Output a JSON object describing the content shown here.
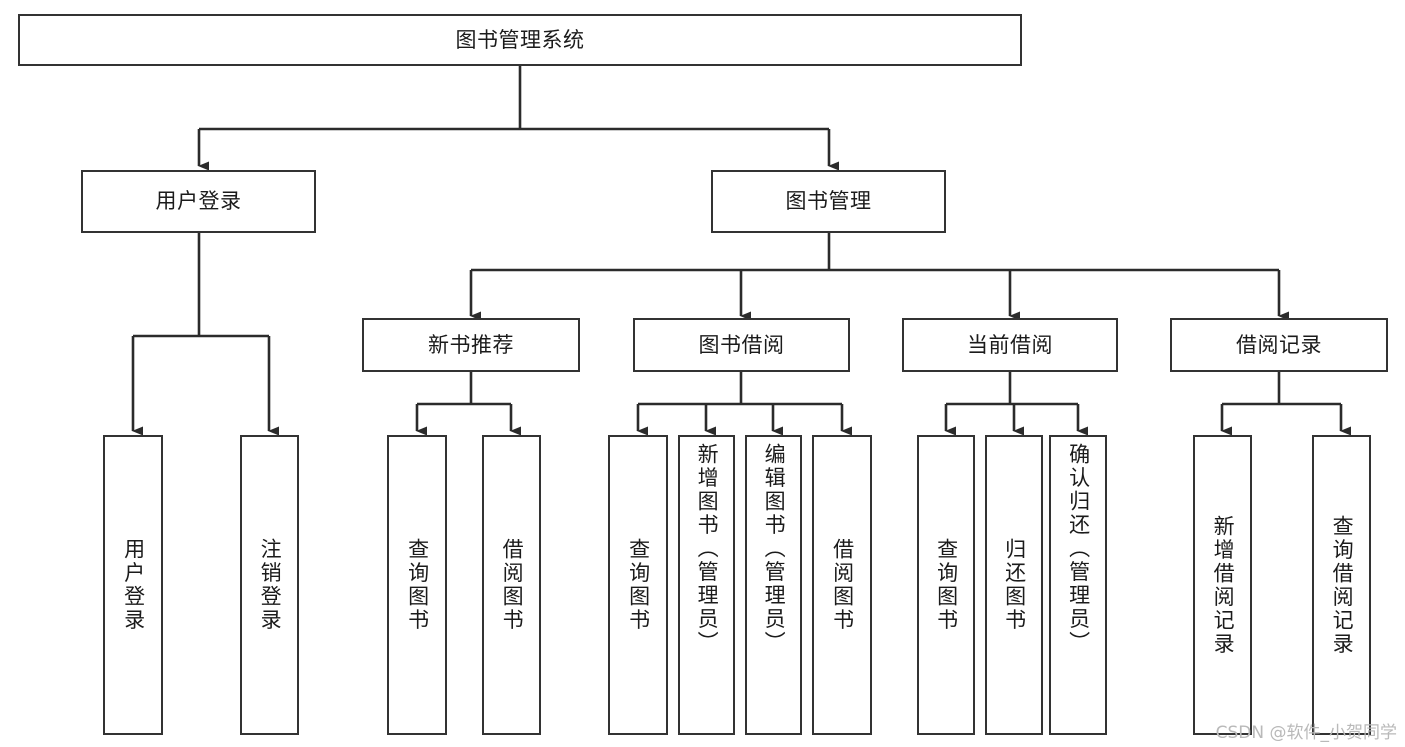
{
  "diagram": {
    "type": "tree-hierarchy",
    "title": "图书管理系统",
    "watermark": "CSDN @软件_小贺同学",
    "colors": {
      "border": "#333333",
      "background": "#ffffff",
      "text": "#1b1b1b",
      "connector": "#2b2b2b",
      "watermark": "#b9b9b9"
    },
    "levels": {
      "root": {
        "label": "图书管理系统"
      },
      "level2": [
        {
          "id": "user-login",
          "label": "用户登录"
        },
        {
          "id": "book-management",
          "label": "图书管理"
        }
      ],
      "level3": [
        {
          "id": "new-book-recommend",
          "label": "新书推荐",
          "parent": "book-management"
        },
        {
          "id": "book-borrow",
          "label": "图书借阅",
          "parent": "book-management"
        },
        {
          "id": "current-borrow",
          "label": "当前借阅",
          "parent": "book-management"
        },
        {
          "id": "borrow-records",
          "label": "借阅记录",
          "parent": "book-management"
        }
      ],
      "leaves": [
        {
          "id": "leaf-user-login",
          "label": "用户登录",
          "parent": "user-login"
        },
        {
          "id": "leaf-user-logout",
          "label": "注销登录",
          "parent": "user-login"
        },
        {
          "id": "leaf-query-book-1",
          "label": "查询图书",
          "parent": "new-book-recommend"
        },
        {
          "id": "leaf-borrow-book-1",
          "label": "借阅图书",
          "parent": "new-book-recommend"
        },
        {
          "id": "leaf-query-book-2",
          "label": "查询图书",
          "parent": "book-borrow"
        },
        {
          "id": "leaf-add-book",
          "label": "新增图书（管理员）",
          "parent": "book-borrow"
        },
        {
          "id": "leaf-edit-book",
          "label": "编辑图书（管理员）",
          "parent": "book-borrow"
        },
        {
          "id": "leaf-borrow-book-2",
          "label": "借阅图书",
          "parent": "book-borrow"
        },
        {
          "id": "leaf-query-book-3",
          "label": "查询图书",
          "parent": "current-borrow"
        },
        {
          "id": "leaf-return-book",
          "label": "归还图书",
          "parent": "current-borrow"
        },
        {
          "id": "leaf-confirm-return",
          "label": "确认归还（管理员）",
          "parent": "current-borrow"
        },
        {
          "id": "leaf-add-record",
          "label": "新增借阅记录",
          "parent": "borrow-records"
        },
        {
          "id": "leaf-query-record",
          "label": "查询借阅记录",
          "parent": "borrow-records"
        }
      ]
    }
  }
}
